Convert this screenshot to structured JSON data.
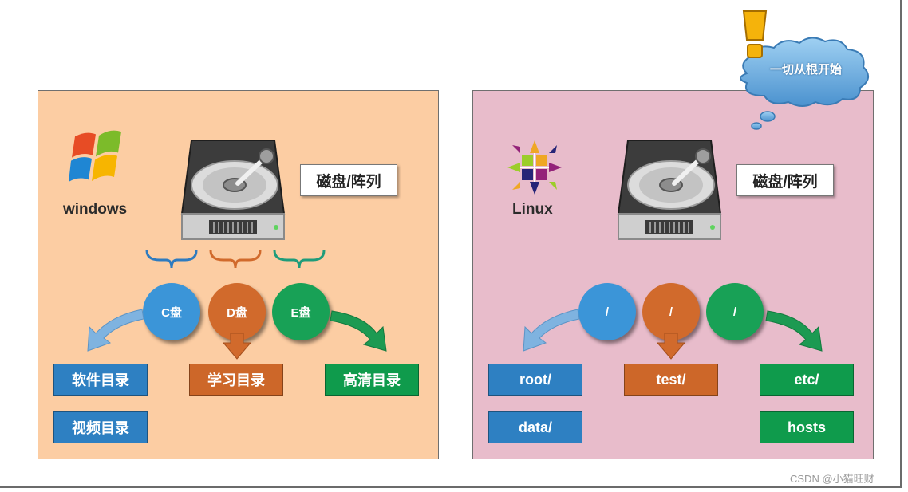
{
  "windows": {
    "os_label": "windows",
    "disk_label": "磁盘/阵列",
    "partitions": [
      "C盘",
      "D盘",
      "E盘"
    ],
    "directories": {
      "blue": [
        "软件目录",
        "视频目录"
      ],
      "orange": [
        "学习目录"
      ],
      "green": [
        "高清目录"
      ]
    }
  },
  "linux": {
    "os_label": "Linux",
    "disk_label": "磁盘/阵列",
    "partitions": [
      "/",
      "/",
      "/"
    ],
    "directories": {
      "blue": [
        "root/",
        "data/"
      ],
      "orange": [
        "test/"
      ],
      "green": [
        "etc/",
        "hosts"
      ]
    }
  },
  "callout": {
    "text": "一切从根开始"
  },
  "watermark": "CSDN @小猫旺财",
  "colors": {
    "blue": "#3b95d8",
    "orange": "#d16a2c",
    "green": "#18a156",
    "windows_panel": "#fccda3",
    "linux_panel": "#e8bccb"
  },
  "icons": [
    "windows-logo-icon",
    "centos-logo-icon",
    "hard-disk-icon",
    "exclamation-icon",
    "thought-cloud-icon"
  ]
}
